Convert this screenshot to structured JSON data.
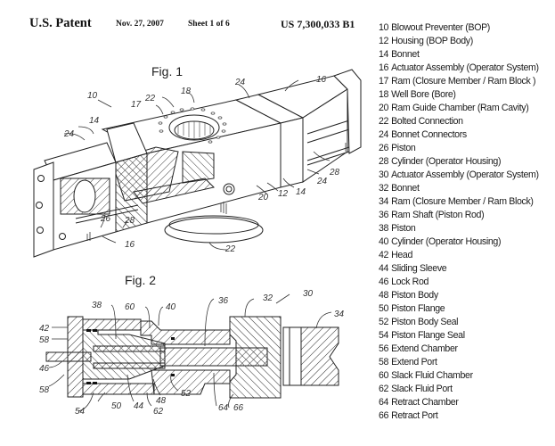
{
  "header": {
    "patent_label": "U.S. Patent",
    "date": "Nov. 27, 2007",
    "sheet": "Sheet 1 of 6",
    "patent_number": "US 7,300,033 B1"
  },
  "figures": {
    "fig1": {
      "title": "Fig. 1",
      "labels": {
        "l10": "10",
        "l16a": "16",
        "l16b": "16",
        "l24a": "24",
        "l24b": "24",
        "l24c": "24",
        "l22a": "22",
        "l22b": "22",
        "l18": "18",
        "l17": "17",
        "l14a": "14",
        "l14b": "14",
        "l26": "26",
        "l28a": "28",
        "l28b": "28",
        "l20": "20",
        "l12": "12"
      }
    },
    "fig2": {
      "title": "Fig. 2",
      "labels": {
        "l30": "30",
        "l32": "32",
        "l34": "34",
        "l36": "36",
        "l38": "38",
        "l40": "40",
        "l42": "42",
        "l44": "44",
        "l46": "46",
        "l48": "48",
        "l50": "50",
        "l52": "52",
        "l54": "54",
        "l58a": "58",
        "l58b": "58",
        "l60": "60",
        "l62": "62",
        "l64": "64",
        "l66": "66"
      }
    }
  },
  "legend": [
    {
      "num": "10",
      "label": "Blowout Preventer (BOP)"
    },
    {
      "num": "12",
      "label": "Housing (BOP Body)"
    },
    {
      "num": "14",
      "label": "Bonnet"
    },
    {
      "num": "16",
      "label": "Actuator Assembly (Operator System)"
    },
    {
      "num": "17",
      "label": "Ram (Closure Member / Ram Block )"
    },
    {
      "num": "18",
      "label": "Well Bore (Bore)"
    },
    {
      "num": "20",
      "label": "Ram Guide Chamber (Ram Cavity)"
    },
    {
      "num": "22",
      "label": "Bolted Connection"
    },
    {
      "num": "24",
      "label": "Bonnet Connectors"
    },
    {
      "num": "26",
      "label": "Piston"
    },
    {
      "num": "28",
      "label": "Cylinder (Operator Housing)"
    },
    {
      "num": "30",
      "label": "Actuator Assembly (Operator System)"
    },
    {
      "num": "32",
      "label": "Bonnet"
    },
    {
      "num": "34",
      "label": "Ram (Closure Member / Ram Block)"
    },
    {
      "num": "36",
      "label": "Ram Shaft (Piston Rod)"
    },
    {
      "num": "38",
      "label": "Piston"
    },
    {
      "num": "40",
      "label": "Cylinder (Operator Housing)"
    },
    {
      "num": "42",
      "label": "Head"
    },
    {
      "num": "44",
      "label": "Sliding Sleeve"
    },
    {
      "num": "46",
      "label": "Lock Rod"
    },
    {
      "num": "48",
      "label": "Piston Body"
    },
    {
      "num": "50",
      "label": "Piston Flange"
    },
    {
      "num": "52",
      "label": "Piston Body Seal"
    },
    {
      "num": "54",
      "label": "Piston Flange Seal"
    },
    {
      "num": "56",
      "label": "Extend Chamber"
    },
    {
      "num": "58",
      "label": "Extend Port"
    },
    {
      "num": "60",
      "label": "Slack Fluid Chamber"
    },
    {
      "num": "62",
      "label": "Slack Fluid Port"
    },
    {
      "num": "64",
      "label": "Retract Chamber"
    },
    {
      "num": "66",
      "label": "Retract Port"
    }
  ]
}
